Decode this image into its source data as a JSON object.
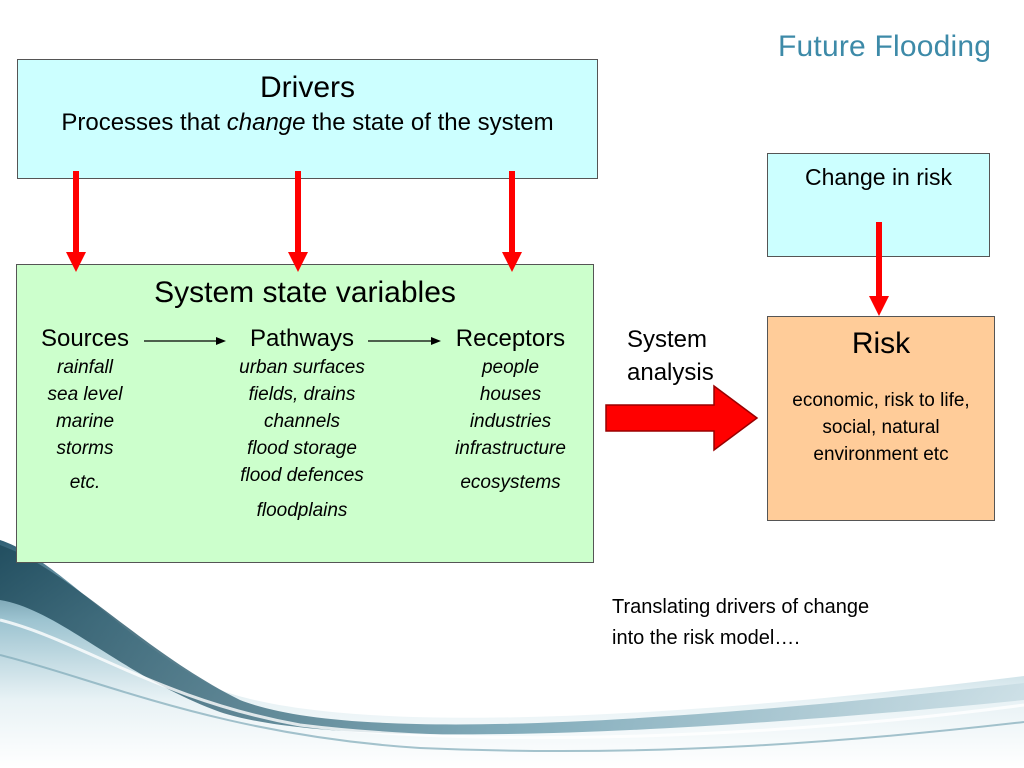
{
  "brand": "Future Flooding",
  "drivers": {
    "title": "Drivers",
    "sub_before": "Processes that ",
    "sub_emph": "change",
    "sub_after": " the state of the system"
  },
  "state": {
    "title": "System state variables",
    "sources": {
      "head": "Sources",
      "items": [
        "rainfall",
        "sea level",
        "marine",
        "storms"
      ],
      "extra": "etc."
    },
    "pathways": {
      "head": "Pathways",
      "items": [
        "urban surfaces",
        "fields, drains",
        "channels",
        "flood storage",
        "flood defences"
      ],
      "extra": "floodplains"
    },
    "receptors": {
      "head": "Receptors",
      "items": [
        "people",
        "houses",
        "industries",
        "infrastructure"
      ],
      "extra": "ecosystems"
    }
  },
  "system_analysis": {
    "line1": "System",
    "line2": "analysis"
  },
  "change_in_risk": "Change in risk",
  "risk": {
    "title": "Risk",
    "desc": "economic, risk to life, social, natural environment etc"
  },
  "caption": {
    "line1": "Translating drivers of change",
    "line2": "into the risk model…."
  },
  "colors": {
    "arrow_red": "#ff0000",
    "drivers_fill": "#ccffff",
    "state_fill": "#ccffcc",
    "risk_fill": "#ffcc99",
    "brand": "#3d8aa8"
  }
}
